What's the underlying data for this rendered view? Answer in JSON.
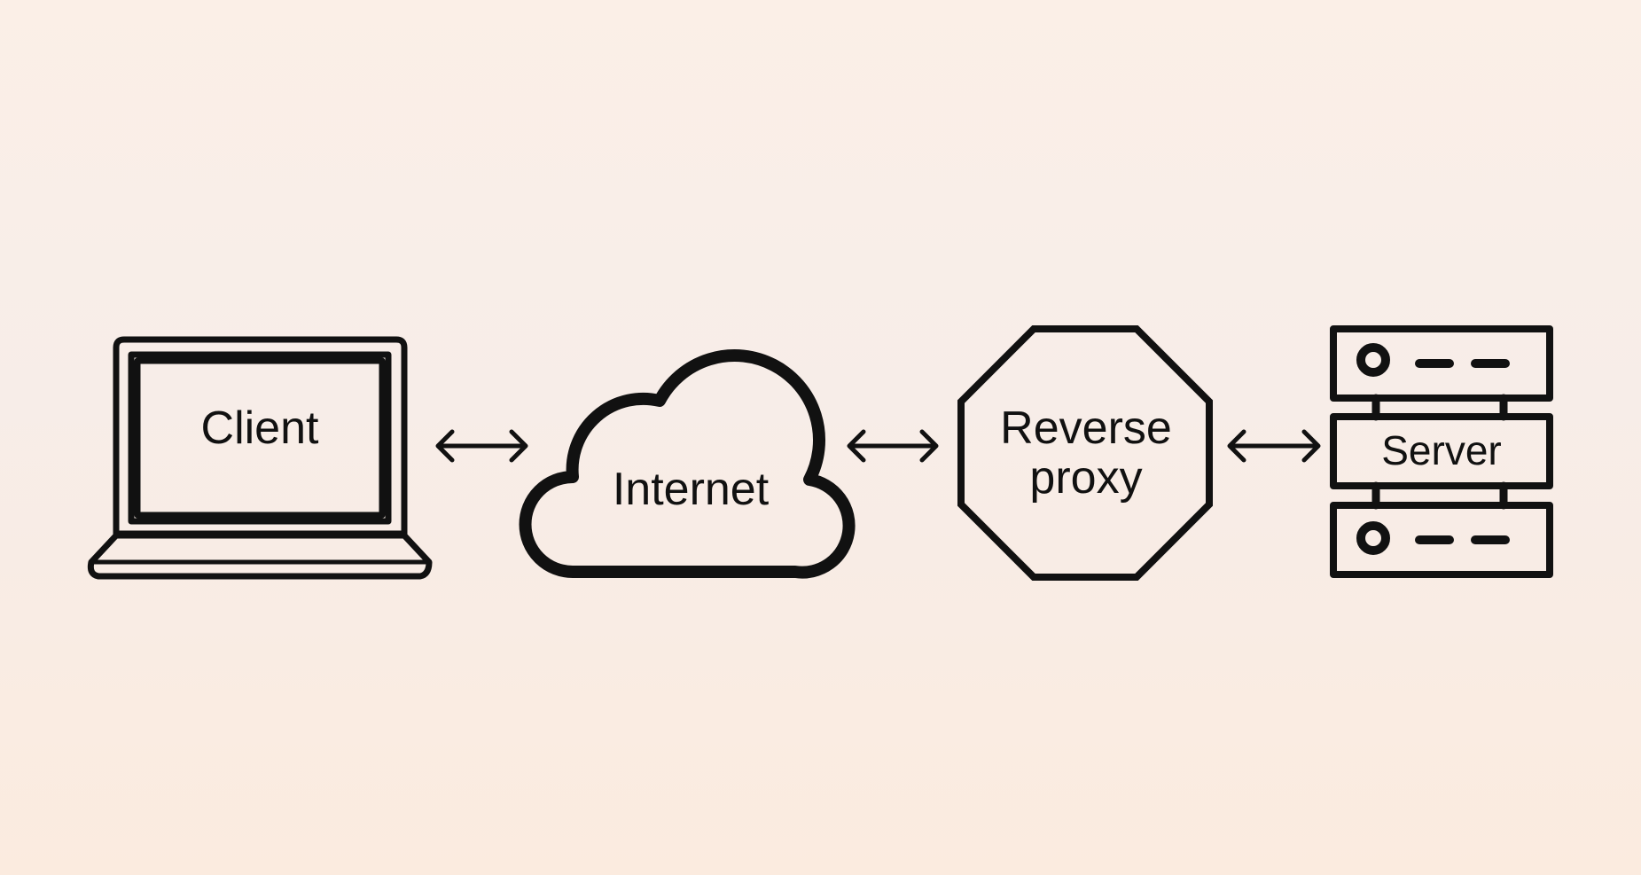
{
  "nodes": {
    "client": {
      "label": "Client"
    },
    "internet": {
      "label": "Internet"
    },
    "reverse_proxy": {
      "label_line1": "Reverse",
      "label_line2": "proxy"
    },
    "server": {
      "label": "Server"
    }
  },
  "edges": [
    {
      "from": "client",
      "to": "internet",
      "direction": "bidirectional"
    },
    {
      "from": "internet",
      "to": "reverse_proxy",
      "direction": "bidirectional"
    },
    {
      "from": "reverse_proxy",
      "to": "server",
      "direction": "bidirectional"
    }
  ],
  "colors": {
    "stroke": "#111111",
    "background_top": "#fbefe7",
    "background_bottom": "#fbebdf"
  },
  "icons": {
    "client": "laptop-icon",
    "internet": "cloud-icon",
    "reverse_proxy": "octagon-icon",
    "server": "server-rack-icon"
  }
}
